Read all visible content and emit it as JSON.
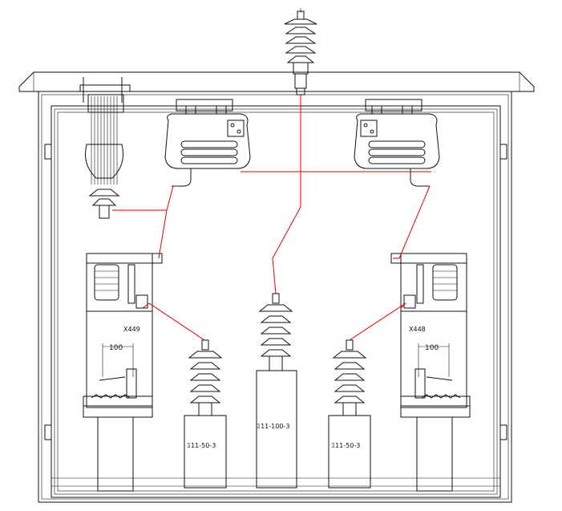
{
  "labels": {
    "left_unit_code": "X449",
    "right_unit_code": "X448",
    "left_dimension": "100",
    "right_dimension": "100",
    "capacitor_left": "𝟙11-50-3",
    "capacitor_center": "𝟙11-100-3",
    "capacitor_right": "𝟙11-50-3"
  },
  "colors": {
    "line": "#111111",
    "wire": "#e00000",
    "background": "#ffffff"
  }
}
